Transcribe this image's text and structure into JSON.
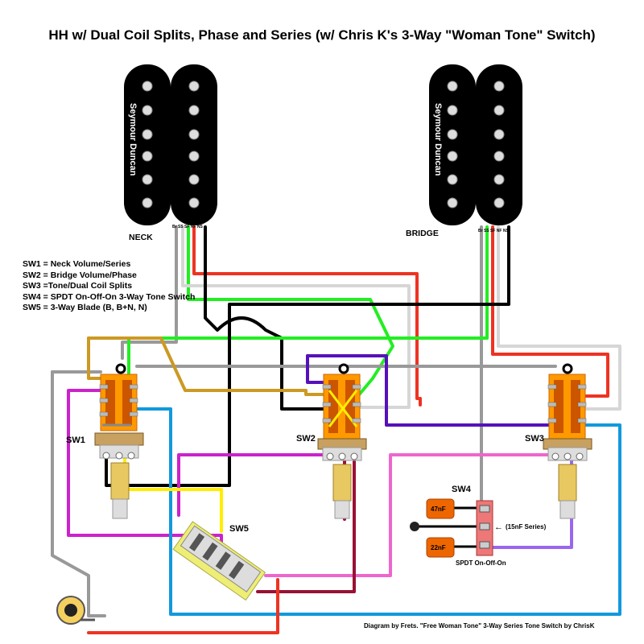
{
  "title": "HH w/ Dual Coil Splits, Phase and Series (w/ Chris K's 3-Way \"Woman Tone\" Switch)",
  "pickups": {
    "neck": {
      "brand": "Seymour Duncan",
      "label": "NECK",
      "lead_labels": "Br SS SF NF NS"
    },
    "bridge": {
      "brand": "Seymour Duncan",
      "label": "BRIDGE",
      "lead_labels": "Br SS SF NF NS"
    }
  },
  "switch_labels": {
    "sw1": "SW1",
    "sw2": "SW2",
    "sw3": "SW3",
    "sw4": "SW4",
    "sw5": "SW5"
  },
  "legend": [
    "SW1 = Neck Volume/Series",
    "SW2 = Bridge Volume/Phase",
    "SW3 =Tone/Dual Coil Splits",
    "SW4 = SPDT On-Off-On 3-Way Tone Switch",
    "SW5 = 3-Way Blade (B, B+N, N)"
  ],
  "sw4": {
    "cap_top": "47nF",
    "cap_bottom": "22nF",
    "series_note": "(15nF Series)",
    "type_label": "SPDT On-Off-On"
  },
  "credit": "Diagram by Frets.  \"Free Woman Tone\" 3-Way Series Tone Switch by ChrisK",
  "colors": {
    "red": "#ee3322",
    "green": "#22ee22",
    "white_wire": "#d6d6d6",
    "bare": "#999999",
    "black": "#000000",
    "gold": "#cc9922",
    "purple": "#5511bb",
    "magenta": "#cc22cc",
    "pink": "#ee66cc",
    "blue": "#1199dd",
    "yellow": "#ffee00",
    "maroon": "#991133",
    "lavender": "#9966ee",
    "pot_orange": "#ff9900",
    "cap_orange": "#ee6600",
    "switch_pink": "#ee7777"
  }
}
